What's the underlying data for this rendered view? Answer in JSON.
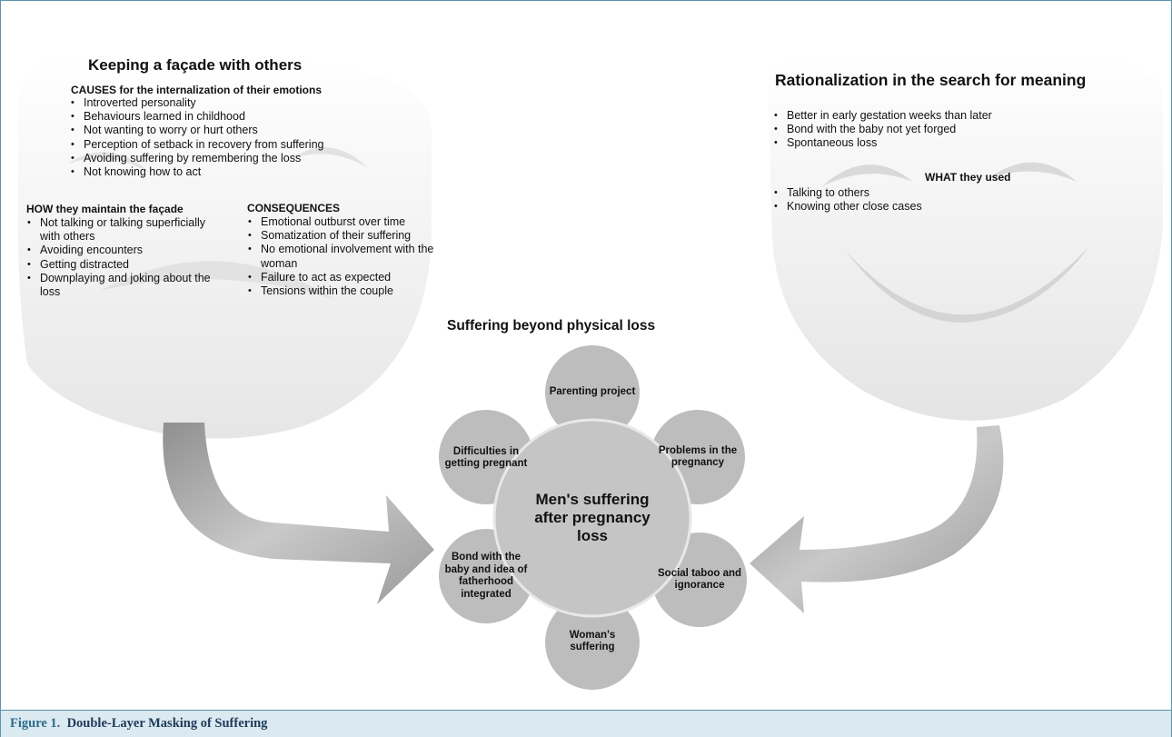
{
  "left_mask": {
    "title": "Keeping a façade with others",
    "causes_heading": "CAUSES for the internalization of their emotions",
    "causes": [
      "Introverted personality",
      "Behaviours learned in childhood",
      "Not wanting to worry or hurt others",
      "Perception of setback in recovery from suffering",
      "Avoiding suffering by remembering the loss",
      "Not knowing how to act"
    ],
    "how_heading": "HOW they maintain the façade",
    "how": [
      "Not talking or talking superficially with others",
      "Avoiding encounters",
      "Getting distracted",
      "Downplaying and joking about the loss"
    ],
    "consequences_heading": "CONSEQUENCES",
    "consequences": [
      "Emotional outburst over time",
      "Somatization of their suffering",
      "No emotional involvement with the woman",
      "Failure to act as expected",
      "Tensions within the couple"
    ]
  },
  "right_mask": {
    "title": "Rationalization in the search for meaning",
    "items": [
      "Better in early gestation weeks than later",
      "Bond with the baby not yet forged",
      "Spontaneous loss"
    ],
    "what_heading": "WHAT they used",
    "what": [
      "Talking to others",
      "Knowing other close cases"
    ]
  },
  "center": {
    "title": "Suffering beyond physical loss",
    "core": "Men's suffering after pregnancy loss",
    "satellites": [
      "Parenting project",
      "Problems in the pregnancy",
      "Social taboo and ignorance",
      "Woman's suffering",
      "Bond with the baby and idea of fatherhood integrated",
      "Difficulties in getting pregnant"
    ]
  },
  "caption": {
    "label": "Figure 1.",
    "text": "Double-Layer Masking of Suffering"
  },
  "colors": {
    "border": "#5a93ad",
    "caption_bg": "#dbe9f0",
    "circle": "#bdbdbd",
    "mask": "#f1f1f1"
  }
}
